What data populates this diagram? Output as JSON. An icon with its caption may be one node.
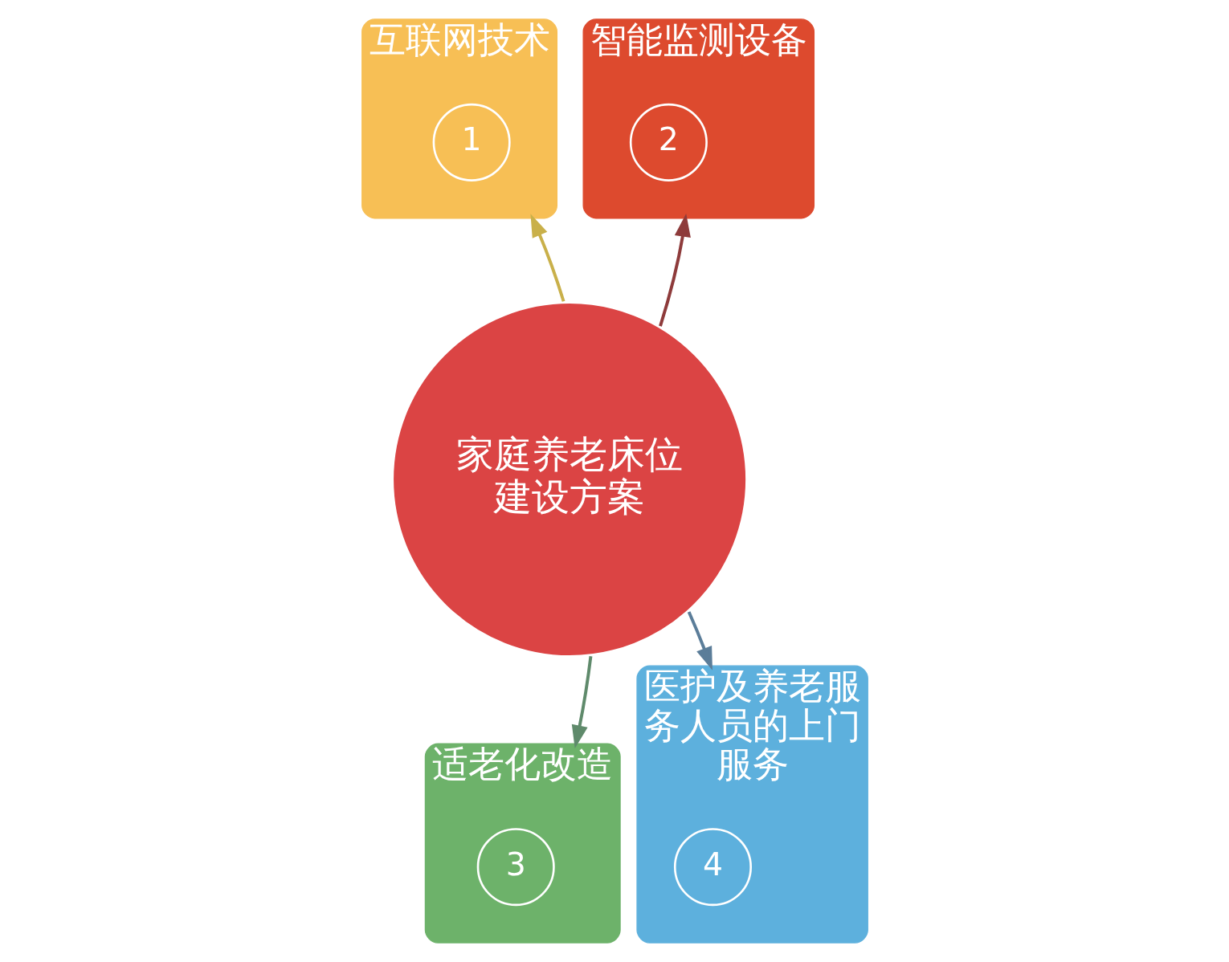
{
  "diagram": {
    "nodes": [
      {
        "text": [
          "互联网技术"
        ]
      },
      {
        "text": [
          "1"
        ],
        "in": 0
      },
      {
        "text": [
          "智能监测设备"
        ]
      },
      {
        "text": [
          "2"
        ],
        "in": 2
      },
      {
        "text": [
          "家庭养老床位建设方案"
        ]
      },
      {
        "text": [
          "适老化改造"
        ]
      },
      {
        "text": [
          "3"
        ],
        "in": 5
      },
      {
        "text": [
          "医护及养老服务人员的上门服务"
        ]
      },
      {
        "text": [
          "4"
        ],
        "in": 7
      }
    ],
    "edges": [
      {
        "from": 4,
        "to": 0,
        "arrow": "to",
        "color": "#c9b04a"
      },
      {
        "from": 4,
        "to": 2,
        "arrow": "to",
        "color": "#8e3b3b"
      },
      {
        "from": 4,
        "to": 5,
        "arrow": "to",
        "color": "#5f8a6b"
      },
      {
        "from": 4,
        "to": 7,
        "arrow": "to",
        "color": "#5b7d99"
      }
    ]
  }
}
